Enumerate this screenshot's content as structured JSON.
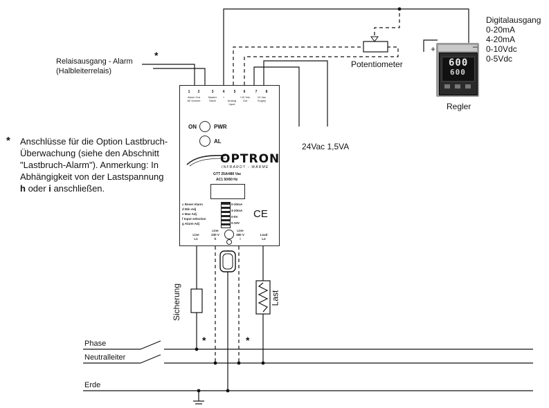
{
  "labels": {
    "digital_output_title": "Digitalausgang",
    "digital_output_ranges": [
      "0-20mA",
      "4-20mA",
      "0-10Vdc",
      "0-5Vdc"
    ],
    "potentiometer": "Potentiometer",
    "controller": "Regler",
    "relay_output_line1": "Relaisausgang - Alarm",
    "relay_output_line2": "(Halbleiterrelais)",
    "supply": "24Vac 1,5VA",
    "plus": "+",
    "minus": "–",
    "fuse": "Sicherung",
    "load": "Last",
    "phase": "Phase",
    "neutral": "Neutralleiter",
    "earth": "Erde",
    "asterisk": "*"
  },
  "note": {
    "marker": "*",
    "text_pre": "Anschlüsse für die Option Lastbruch-Überwachung (siehe den Abschnitt \"Lastbruch-Alarm\"). Anmerkung: In Abhängigkeit von der Lastspannung ",
    "h": "h",
    "text_mid": " oder ",
    "i": "i",
    "text_post": " anschließen."
  },
  "controller_display": {
    "upper": "600",
    "lower": "600"
  },
  "device": {
    "terminals": [
      {
        "num": "1",
        "label": ""
      },
      {
        "num": "2",
        "label": "Alarm Out"
      },
      {
        "num": "3",
        "label": "Master"
      },
      {
        "num": "4",
        "label": "+"
      },
      {
        "num": "5",
        "label": "Analog"
      },
      {
        "num": "6",
        "label": "+10 Vdc"
      },
      {
        "num": "7",
        "label": "24 Vac"
      },
      {
        "num": "8",
        "label": "Supply"
      }
    ],
    "terminal_sublabels": {
      "t12": "All Volume",
      "t3": "Slave",
      "t45": "Input",
      "t6": "Out"
    },
    "on_label": "ON",
    "pwr_label": "PWR",
    "al_label": "AL",
    "brand": "OPTRON",
    "brand_sub": "INFRAROT - WÄRME",
    "model": "GTT 25A/480 Vac",
    "freq": "AC1 50/60 Hz",
    "ce": "CE",
    "settings": [
      "c Reset Alarm",
      "d Min Adj",
      "e Max Adj",
      "f Input selection",
      "g Alarm Adj"
    ],
    "dip_labels": [
      "0-20mA",
      "4-20mA",
      "0-5V",
      "0-10V"
    ],
    "bottom_terminals": [
      {
        "name": "Line",
        "sub": "L1"
      },
      {
        "name": "Line",
        "sub": "230 V",
        "letter": "h"
      },
      {
        "name": "Line",
        "sub": "480 V",
        "letter": "i"
      },
      {
        "name": "Load",
        "sub": "L2"
      }
    ]
  }
}
